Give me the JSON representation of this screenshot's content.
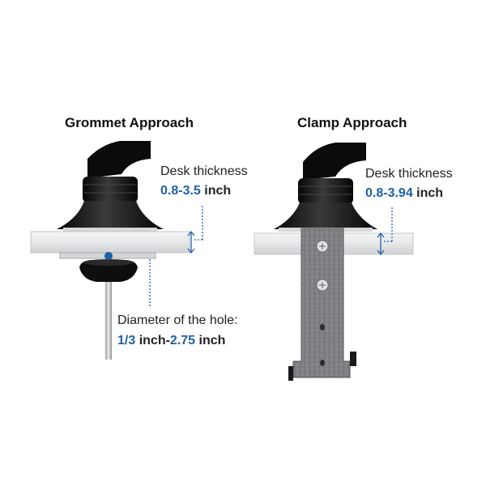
{
  "grommet": {
    "title": "Grommet Approach",
    "desk_thickness_label": "Desk thickness",
    "desk_thickness_value": "0.8-3.5",
    "desk_thickness_unit": "inch",
    "hole_label": "Diameter of the hole:",
    "hole_min": "1/3",
    "hole_min_unit": "inch",
    "hole_sep": "-",
    "hole_max": "2.75",
    "hole_max_unit": "inch"
  },
  "clamp": {
    "title": "Clamp Approach",
    "desk_thickness_label": "Desk thickness",
    "desk_thickness_value": "0.8-3.94",
    "desk_thickness_unit": "inch"
  },
  "colors": {
    "accent_blue": "#1f5fa8",
    "mount_black": "#111111",
    "desk_gray": "#e9eaec",
    "clamp_gray": "#7d7f83"
  }
}
